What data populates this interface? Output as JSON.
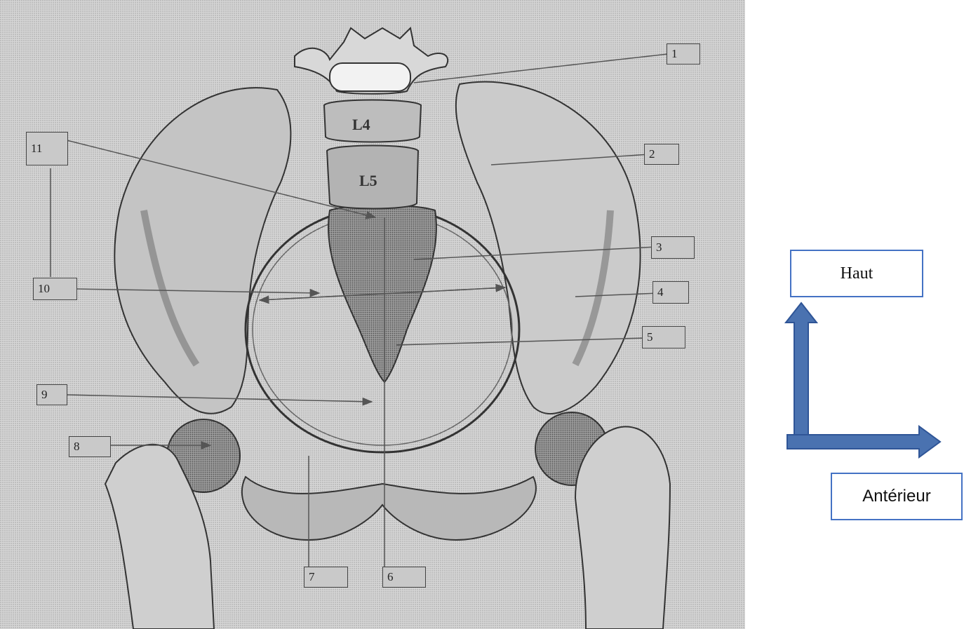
{
  "diagram": {
    "labels": [
      "1",
      "2",
      "3",
      "4",
      "5",
      "6",
      "7",
      "8",
      "9",
      "10",
      "11"
    ],
    "vertebra_labels": [
      "L4",
      "L5"
    ]
  },
  "orientation": {
    "up_label": "Haut",
    "anterior_label": "Antérieur",
    "arrow_color": "#4a72b0"
  }
}
